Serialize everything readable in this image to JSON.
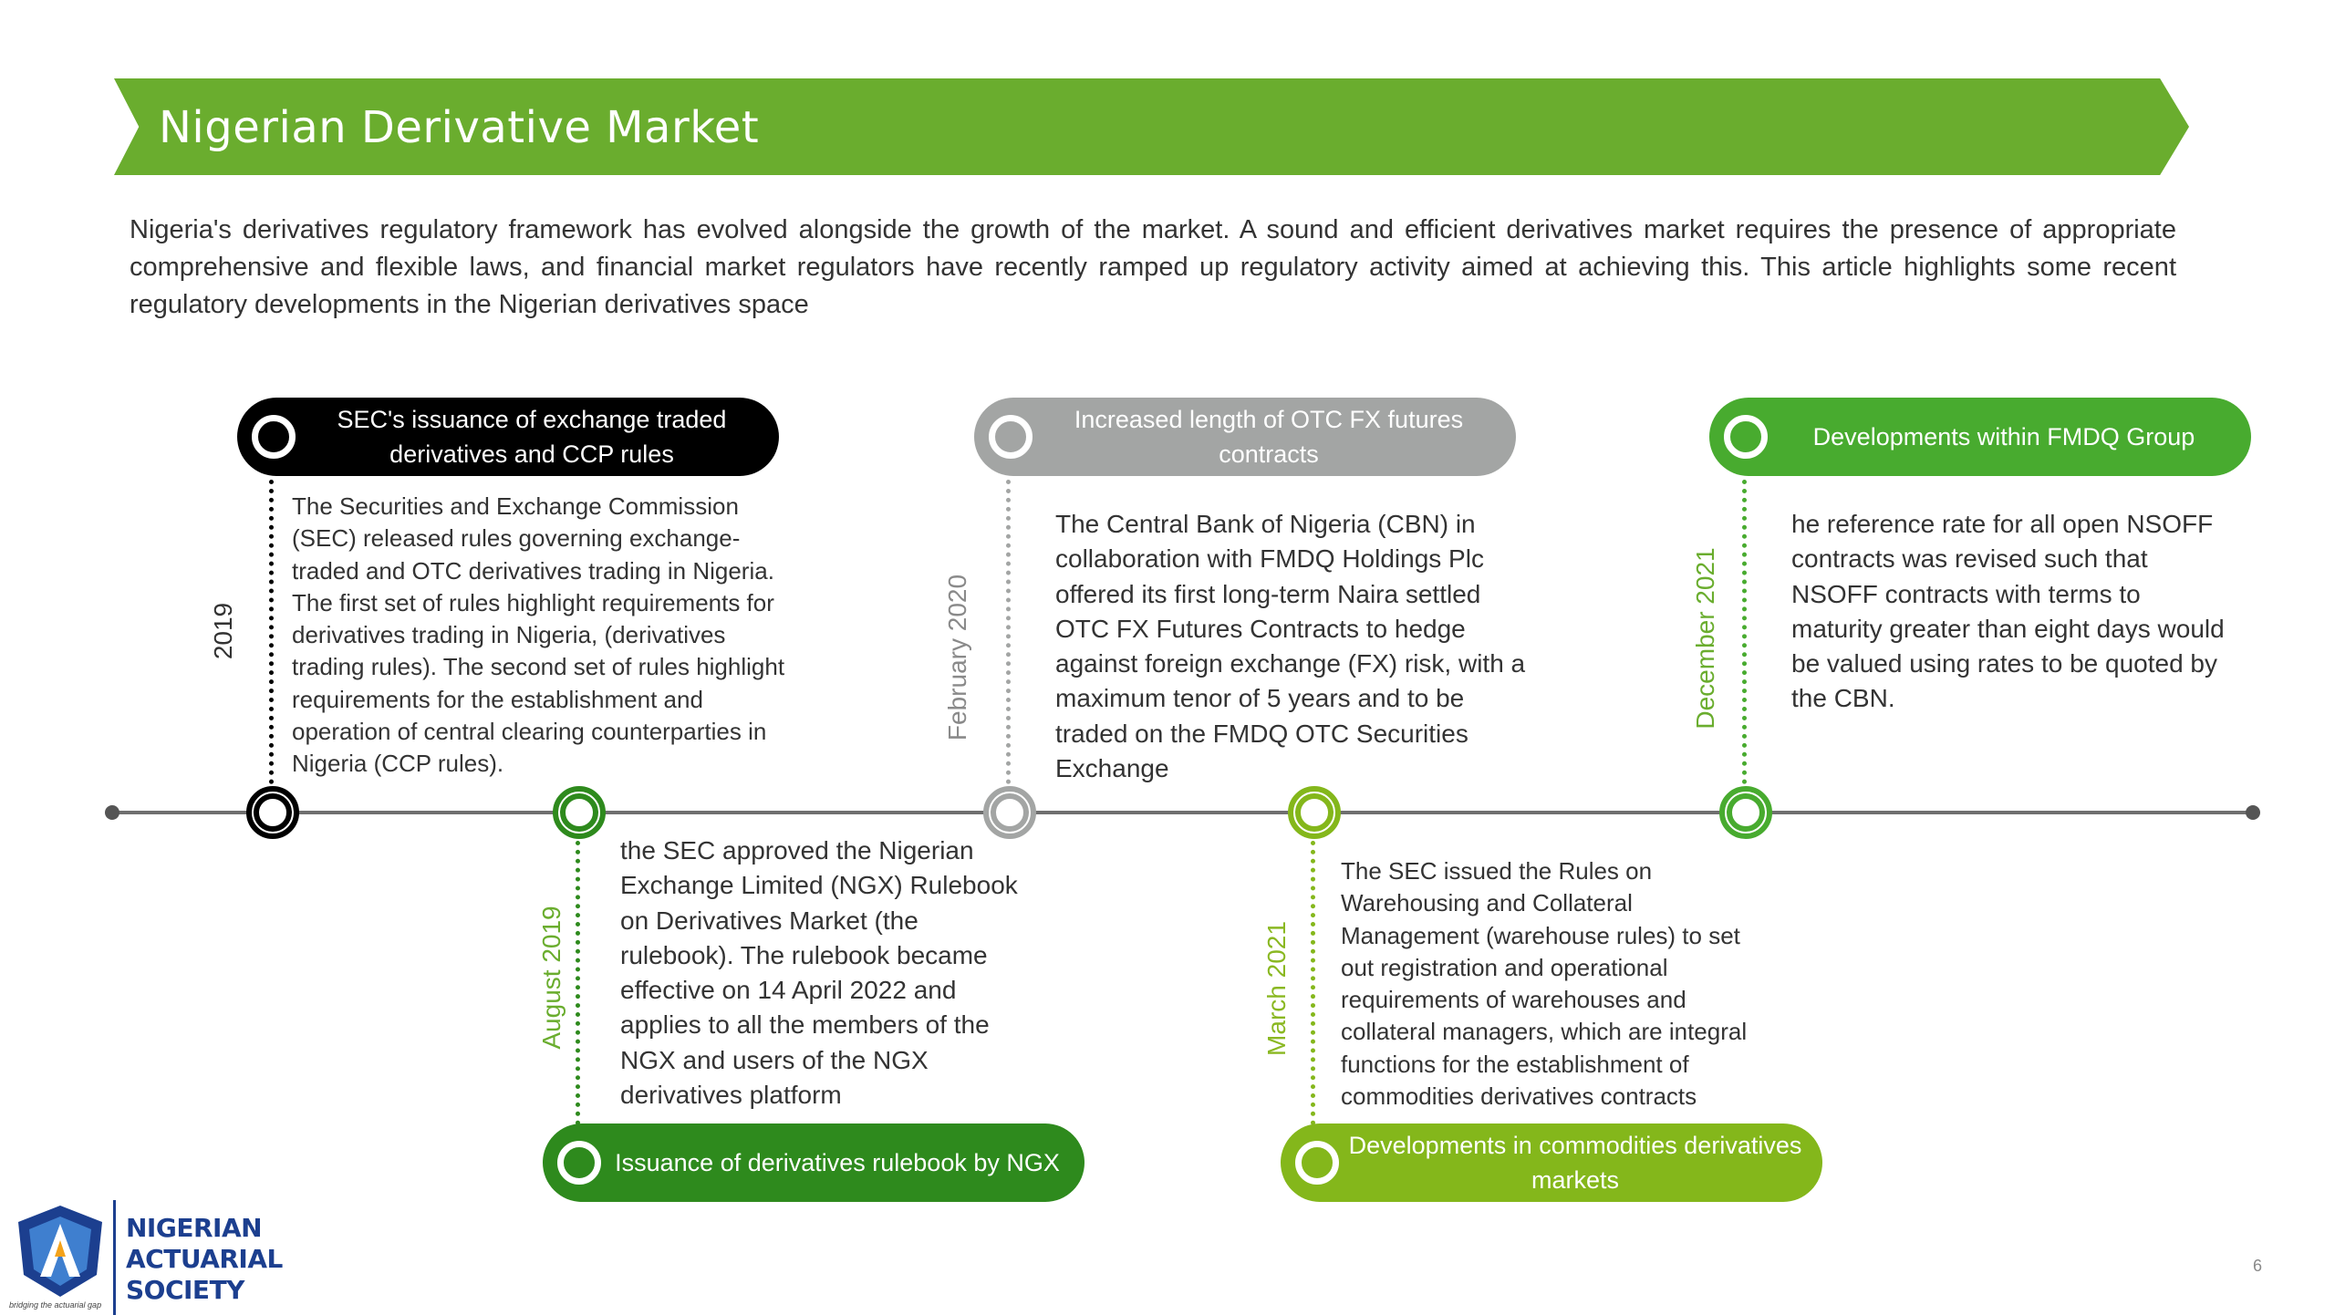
{
  "header": {
    "title": "Nigerian Derivative Market"
  },
  "intro": {
    "text": "Nigeria's derivatives regulatory framework has evolved alongside the growth of the market. A sound and efficient derivatives market requires the presence of appropriate comprehensive and flexible laws, and financial market regulators have recently ramped up regulatory activity aimed at achieving this. This article highlights some recent regulatory developments in the Nigerian derivatives space"
  },
  "timeline": {
    "events": [
      {
        "date": "2019",
        "title": "SEC's issuance of exchange traded derivatives and CCP rules",
        "body": "The Securities and Exchange Commission (SEC) released rules governing exchange-traded and OTC derivatives trading in Nigeria. The first set of rules highlight requirements for derivatives trading in Nigeria, (derivatives trading rules). The second set of rules highlight requirements for the establishment and operation of central clearing counterparties in Nigeria (CCP rules).",
        "color": "#000000"
      },
      {
        "date": "August 2019",
        "title": "Issuance of derivatives rulebook by NGX",
        "body": "the SEC approved the Nigerian Exchange Limited (NGX) Rulebook on Derivatives Market (the rulebook). The rulebook became effective on 14 April 2022 and applies to all the members of the NGX and users of the NGX derivatives platform",
        "color": "#2e8a1d"
      },
      {
        "date": "February 2020",
        "title": "Increased length of OTC FX futures contracts",
        "body": "The Central Bank of Nigeria (CBN) in collaboration with FMDQ Holdings Plc offered its first long-term Naira settled OTC FX Futures Contracts to hedge against foreign exchange (FX) risk, with a maximum tenor of 5 years and to be traded on the FMDQ OTC Securities Exchange",
        "color": "#a3a5a4"
      },
      {
        "date": "March 2021",
        "title": "Developments in commodities derivatives markets",
        "body": "The SEC issued the Rules on Warehousing and Collateral Management (warehouse rules) to set out registration and operational requirements of warehouses and collateral managers, which are integral functions for the establishment of commodities derivatives contracts",
        "color": "#84b71b"
      },
      {
        "date": "December 2021",
        "title": "Developments within FMDQ Group",
        "body": "he reference rate for all open NSOFF contracts was revised such that NSOFF contracts with terms to maturity greater than eight days would be valued using rates to be quoted by the CBN.",
        "color": "#48ab2f"
      }
    ]
  },
  "logo": {
    "line1": "NIGERIAN",
    "line2": "ACTUARIAL",
    "line3": "SOCIETY",
    "tagline": "bridging the actuarial gap"
  },
  "footer": {
    "page_number": "6"
  },
  "colors": {
    "banner": "#6aad2e",
    "logo_blue": "#1c3f8f"
  }
}
